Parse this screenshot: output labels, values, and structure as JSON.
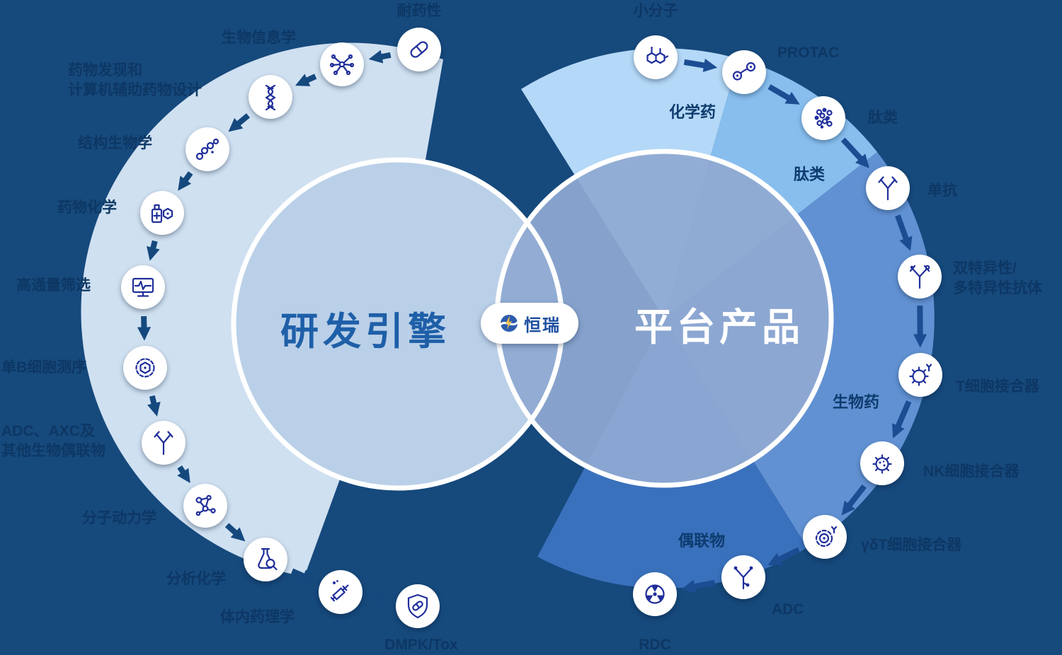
{
  "title": {
    "left_circle": "研发引擎",
    "right_circle": "平台产品"
  },
  "logo": {
    "text": "恒瑞"
  },
  "left_ring": {
    "name": "研发引擎",
    "items": [
      {
        "label": "耐药性",
        "icon": "pill-icon"
      },
      {
        "label": "生物信息学",
        "icon": "network-icon"
      },
      {
        "label": "药物发现和\n计算机辅助药物设计",
        "icon": "dna-icon"
      },
      {
        "label": "结构生物学",
        "icon": "molecule-chain-icon"
      },
      {
        "label": "药物化学",
        "icon": "medicine-bottle-icon"
      },
      {
        "label": "高通量筛选",
        "icon": "screen-pulse-icon"
      },
      {
        "label": "单B细胞测序",
        "icon": "cell-hexagon-icon"
      },
      {
        "label": "ADC、AXC及\n其他生物偶联物",
        "icon": "antibody-y-icon"
      },
      {
        "label": "分子动力学",
        "icon": "molecule-network-icon"
      },
      {
        "label": "分析化学",
        "icon": "flask-magnifier-icon"
      },
      {
        "label": "体内药理学",
        "icon": "syringe-molecule-icon"
      },
      {
        "label": "DMPK/Tox",
        "icon": "shield-capsule-icon"
      }
    ]
  },
  "right_ring": {
    "name": "平台产品",
    "sectors": [
      {
        "label": "化学药",
        "color": "#b4d8f7"
      },
      {
        "label": "肽类",
        "color": "#87beee"
      },
      {
        "label": "生物药",
        "color": "#6191d2"
      },
      {
        "label": "偶联物",
        "color": "#3a71bd"
      }
    ],
    "items": [
      {
        "label": "小分子",
        "icon": "benzene-rings-icon"
      },
      {
        "label": "PROTAC",
        "icon": "protac-linker-icon"
      },
      {
        "label": "肽类",
        "icon": "bead-cluster-icon"
      },
      {
        "label": "单抗",
        "icon": "antibody-y-icon"
      },
      {
        "label": "双特异性/\n多特异性抗体",
        "icon": "bispecific-antibody-icon"
      },
      {
        "label": "T细胞接合器",
        "icon": "spiky-cell-icon"
      },
      {
        "label": "NK细胞接合器",
        "icon": "nk-cell-icon"
      },
      {
        "label": "γδT细胞接合器",
        "icon": "concentric-cell-icon"
      },
      {
        "label": "ADC",
        "icon": "adc-payload-icon"
      },
      {
        "label": "RDC",
        "icon": "radiation-icon"
      }
    ]
  },
  "colors": {
    "background": "#16497c",
    "left_wedge": "#cfe0f1",
    "left_circle": "#bad0e8",
    "right_circle": "#8fa9d2",
    "icon_blue": "#202f9b",
    "label_navy": "#0d3764",
    "left_title_blue": "#1e5fa8",
    "right_title_white": "#ffffff",
    "arrow_left": "#15497e",
    "arrow_right": "#1c4d92"
  }
}
